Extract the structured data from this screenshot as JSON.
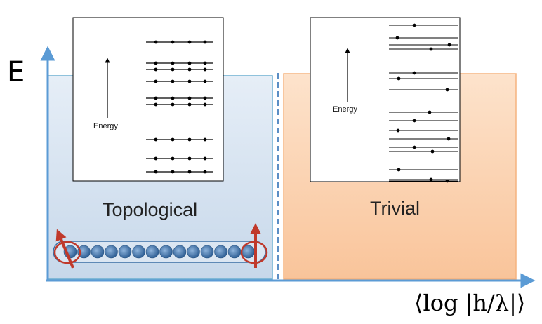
{
  "axis": {
    "y_label": "E",
    "x_label": "⟨log |h/λ|⟩"
  },
  "regions": {
    "topological": {
      "label": "Topological",
      "fill": "#dbe6f2",
      "stroke": "#6aaed0"
    },
    "trivial": {
      "label": "Trivial",
      "fill": "#fbd2b0",
      "stroke": "#f5b37f"
    }
  },
  "insets": {
    "left": {
      "energy_label": "Energy"
    },
    "right": {
      "energy_label": "Energy"
    }
  },
  "colors": {
    "axis": "#5b9bd5",
    "divider": "#5b8ec5",
    "spin_arrow": "#c0392b",
    "chain": "#3a6ea5"
  }
}
